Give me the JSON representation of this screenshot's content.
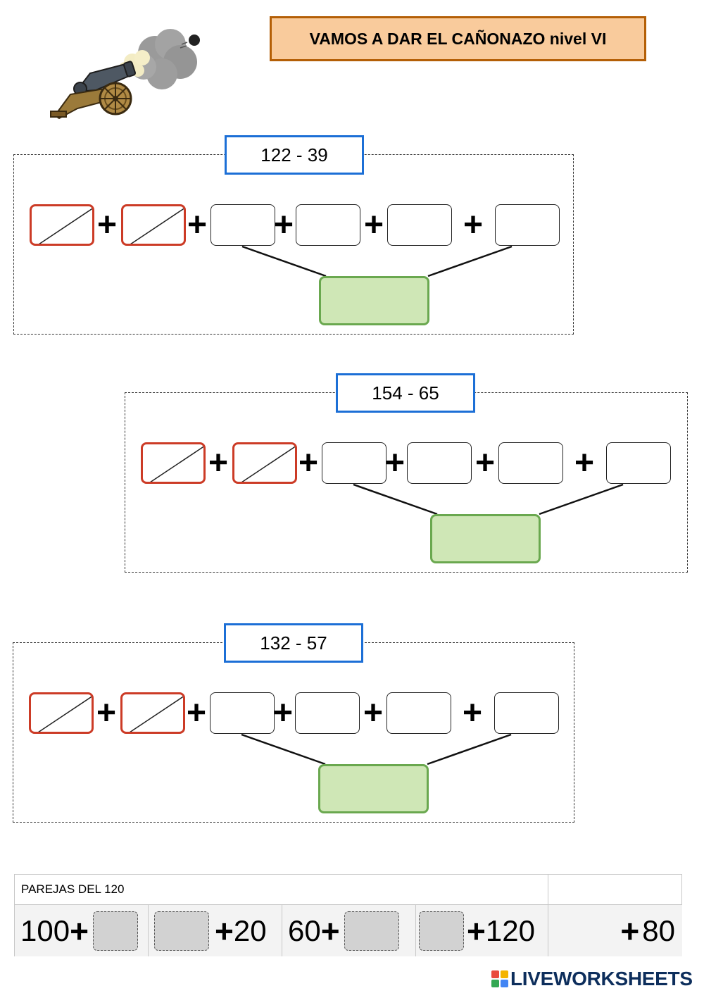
{
  "title": "VAMOS A DAR EL CAÑONAZO nivel VI",
  "sections": [
    {
      "expression": "122 - 39",
      "plus_signs": [
        "+",
        "+",
        "+",
        "+",
        "+"
      ]
    },
    {
      "expression": "154 - 65",
      "plus_signs": [
        "+",
        "+",
        "+",
        "+",
        "+"
      ]
    },
    {
      "expression": "132 - 57",
      "plus_signs": [
        "+",
        "+",
        "+",
        "+",
        "+"
      ]
    }
  ],
  "pairs": {
    "header": "PAREJAS DEL 120",
    "cells": [
      {
        "lead": "100",
        "op": "+"
      },
      {
        "op": "+",
        "trail": "20"
      },
      {
        "lead": "60",
        "op": "+"
      },
      {
        "op": "+",
        "trail": "120"
      },
      {
        "op": "+",
        "trail": "80"
      }
    ]
  },
  "footer": {
    "brand": "LIVEWORKSHEETS",
    "icon": "liveworksheets-logo-icon"
  },
  "colors": {
    "title_fill": "#f9cb9c",
    "title_border": "#b45f06",
    "expression_border": "#1c6fd6",
    "crossed_border": "#cc3b26",
    "result_fill": "#cfe7b6",
    "result_border": "#6aa84f"
  }
}
